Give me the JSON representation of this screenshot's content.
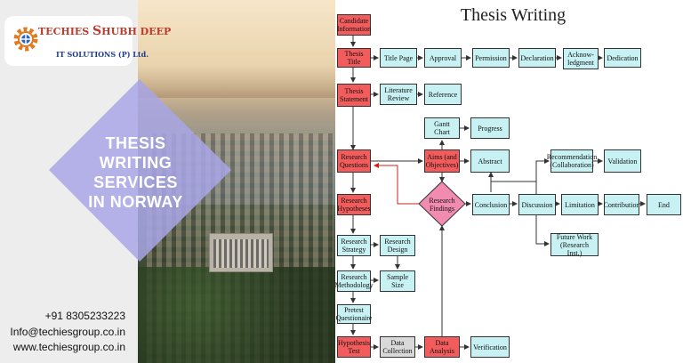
{
  "brand": {
    "logo_line1_a": "TECHIES",
    "logo_line1_b": "HUBH DEEP",
    "logo_line2": "IT  SOLUTIONS (P) Ltd."
  },
  "banner": {
    "line1": "THESIS",
    "line2": "WRITING",
    "line3": "SERVICES",
    "line4": "IN NORWAY"
  },
  "contact": {
    "phone": "+91 8305233223",
    "email": "Info@techiesgroup.co.in",
    "website": "www.techiesgroup.co.in"
  },
  "flowchart": {
    "title": "Thesis Writing",
    "nodes": {
      "candidate": "Candidate Information",
      "thesis_title": "Thesis Title",
      "title_page": "Title Page",
      "approval": "Approval",
      "permission": "Permission",
      "declaration": "Declaration",
      "acknowledgment": "Acknow-ledgment",
      "dedication": "Dedication",
      "thesis_statement": "Thesis Statement",
      "literature_review": "Literature Review",
      "reference": "Reference",
      "gantt_chart": "Gantt Chart",
      "progress": "Progress",
      "research_questions": "Research Questions",
      "aims": "Aims (and Objectives)",
      "abstract": "Abstract",
      "recommendation": "Recommendation (Collaboration)",
      "validation": "Validation",
      "research_hypotheses": "Research Hypotheses",
      "research_findings": "Research Findings",
      "conclusion": "Conclusion",
      "discussion": "Discussion",
      "limitation": "Limitation",
      "contribution": "Contribution",
      "end": "End",
      "research_strategy": "Research Strategy",
      "research_design": "Research Design",
      "future_work": "Future Work (Research Inst.)",
      "research_methodology": "Research Methodology",
      "sample_size": "Sample Size",
      "pretest": "Pretest Questionaire",
      "hypothesis_test": "Hypothesis Test",
      "data_collection": "Data Collection",
      "data_analysis": "Data Analysis",
      "verification": "Verification"
    }
  },
  "colors": {
    "red_node": "#f25c5c",
    "cyan_node": "#c7f1f3",
    "grey_node": "#d9d9d9",
    "diamond_fill": "#a8a6e6",
    "feedback_line": "#d11f1f"
  }
}
